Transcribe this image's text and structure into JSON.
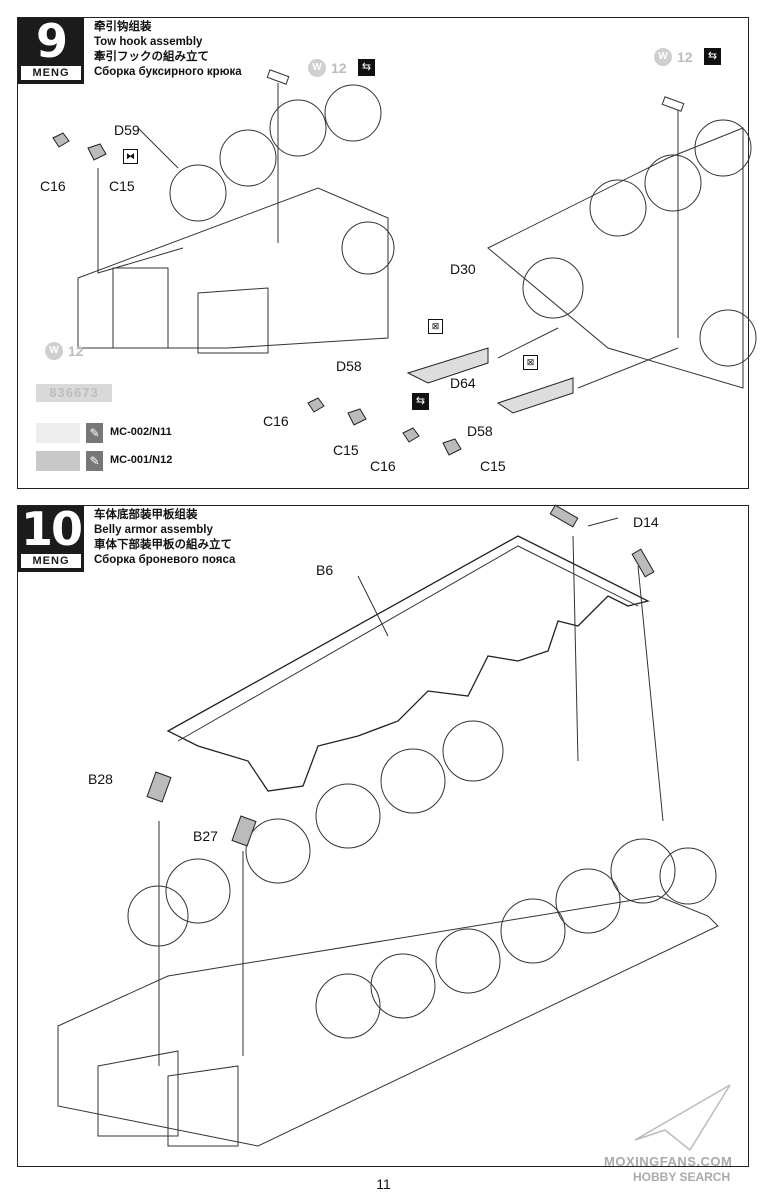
{
  "step9": {
    "number": "9",
    "brand": "MENG",
    "title_zh": "牵引钩组装",
    "title_en": "Tow hook assembly",
    "title_ja": "牽引フックの組み立て",
    "title_ru": "Сборка буксирного крюка",
    "weld_badge": "W",
    "weld_count": "12",
    "parts": {
      "d59": "D59",
      "c16_a": "C16",
      "c15_a": "C15",
      "d30": "D30",
      "d58_a": "D58",
      "d64": "D64",
      "c16_b": "C16",
      "c15_b": "C15",
      "d58_b": "D58",
      "c16_c": "C16",
      "c15_c": "C15"
    },
    "code": "836673",
    "paints": [
      {
        "code": "MC-002/N11",
        "color": "#eeeeee"
      },
      {
        "code": "MC-001/N12",
        "color": "#c8c8c8"
      }
    ]
  },
  "step10": {
    "number": "10",
    "brand": "MENG",
    "title_zh": "车体底部装甲板组装",
    "title_en": "Belly armor assembly",
    "title_ja": "車体下部装甲板の組み立て",
    "title_ru": "Сборка броневого пояса",
    "parts": {
      "d14": "D14",
      "b6": "B6",
      "b28": "B28",
      "b27": "B27"
    }
  },
  "page_number": "11",
  "watermark": {
    "line1": "MOXINGFANS.COM",
    "line2": "HOBBY SEARCH"
  },
  "colors": {
    "badge_bg": "#1b1b1b",
    "line": "#222222",
    "weld_gray": "#cfcfcf"
  }
}
